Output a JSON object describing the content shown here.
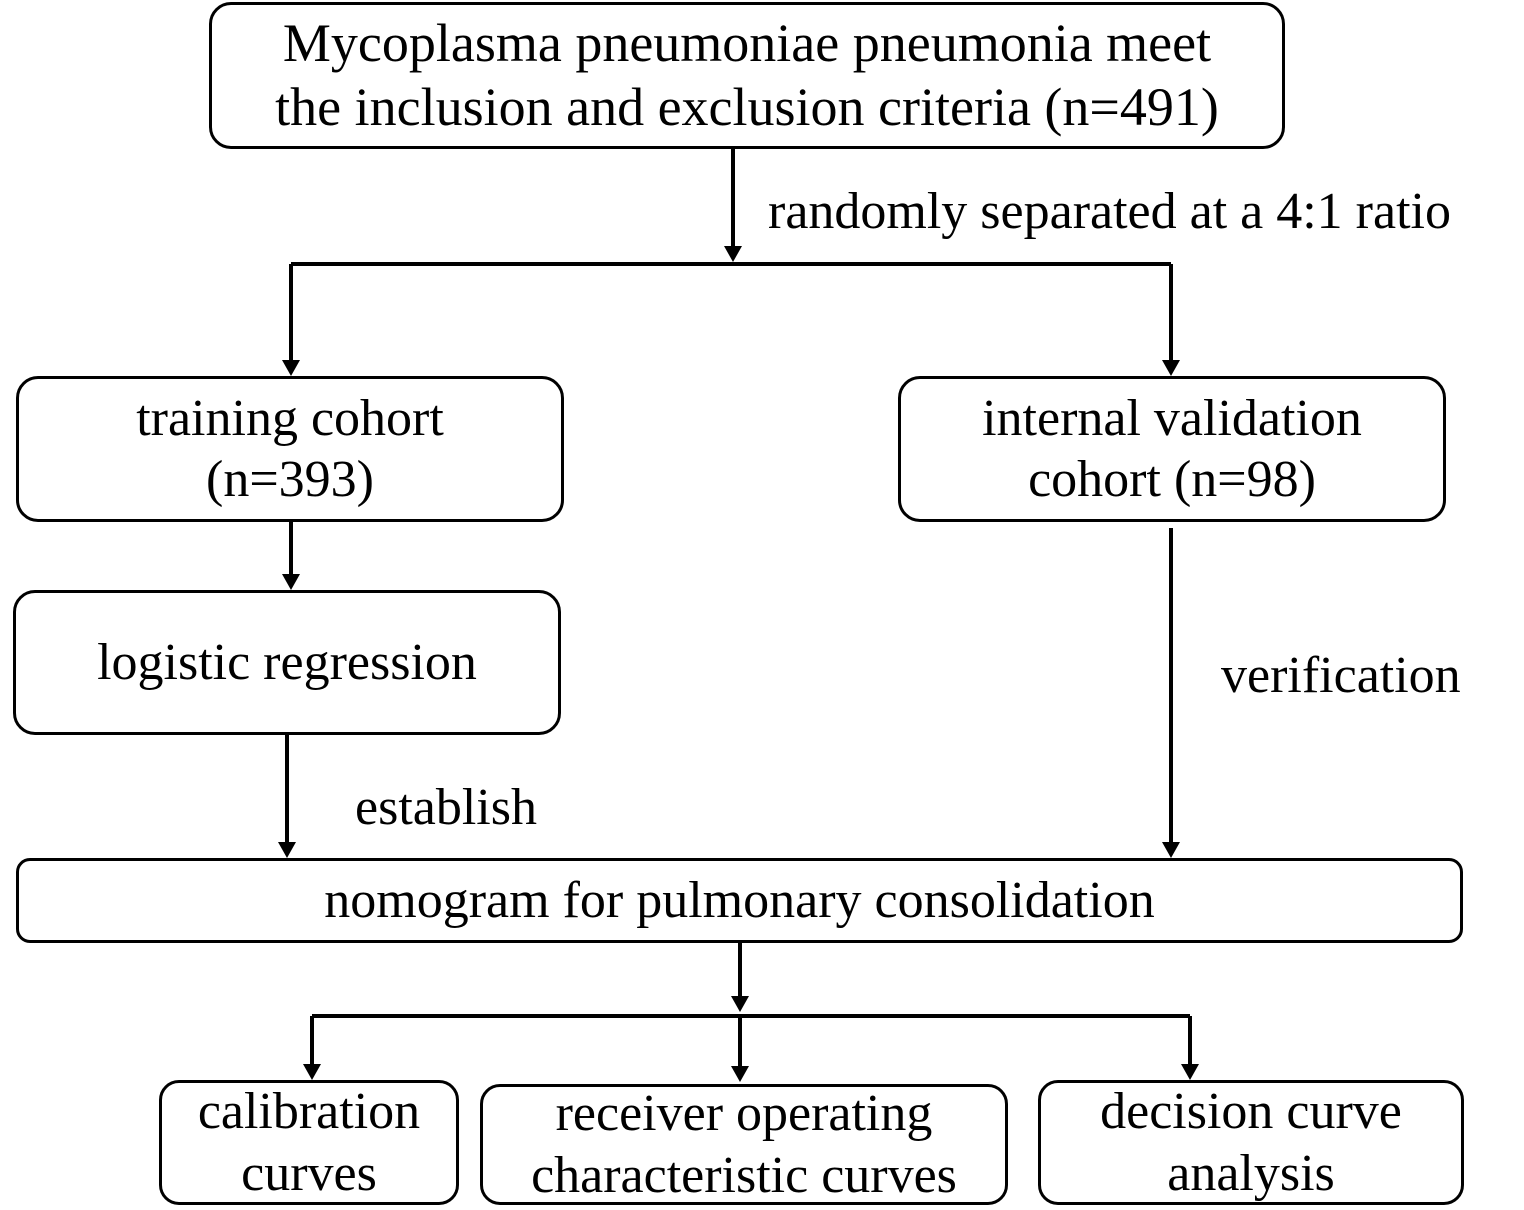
{
  "diagram": {
    "top": {
      "line1": "Mycoplasma pneumoniae pneumonia meet",
      "line2": "the inclusion and exclusion criteria (n=491)"
    },
    "split_label": "randomly separated at a 4:1 ratio",
    "training": {
      "line1": "training cohort",
      "line2": "(n=393)"
    },
    "validation": {
      "line1": "internal validation",
      "line2": "cohort (n=98)"
    },
    "logistic": "logistic regression",
    "establish_label": "establish",
    "verification_label": "verification",
    "nomogram": "nomogram for pulmonary consolidation",
    "calibration": {
      "line1": "calibration",
      "line2": "curves"
    },
    "roc": {
      "line1": "receiver operating",
      "line2": "characteristic curves"
    },
    "dca": {
      "line1": "decision curve",
      "line2": "analysis"
    }
  }
}
